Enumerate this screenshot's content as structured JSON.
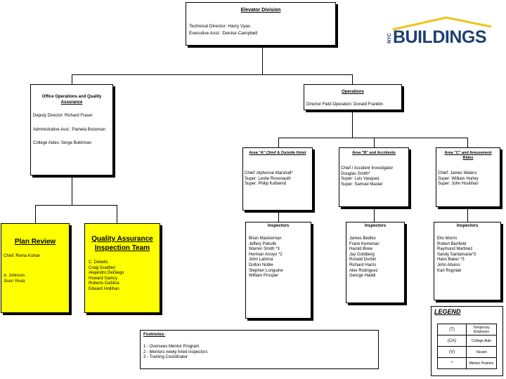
{
  "logo": {
    "prefix": "NYC",
    "name": "BUILDINGS",
    "roof_color": "#f0c419",
    "text_color": "#1e3f73"
  },
  "top": {
    "title": "Elevator Division",
    "line1": "Technical Director: Harry Vyas",
    "line2": "Executive Asst.: Denise Campbell"
  },
  "ofc": {
    "title_line1": "Office Operations and Quality",
    "title_line2": "Assurance",
    "deputy": "Deputy Director: Richard Fraser",
    "admin": "Administrative Asst.: Pamela Bozeman",
    "aides": "College Aides: Serge Bukhman"
  },
  "ops": {
    "title": "Operations",
    "director": "Director Field Operation: Donald Franklin"
  },
  "area_a": {
    "title": "Area \"A\" Chief & Outside Hoist",
    "lines": [
      "Chief: Alphonse Marshall*",
      "Super: Leslie Rosenauth",
      "Super: Philip Kolbenid"
    ]
  },
  "area_b": {
    "title": "Area \"B\" and Accidents",
    "lines": [
      "Chief / Accident Investigator",
      "Douglas Smith*",
      "Super: Luis Vasquez",
      "Super: Samuel Master"
    ]
  },
  "area_c": {
    "title_line1": "Area \"C\" and Amusement",
    "title_line2": "Rides",
    "lines": [
      "Chief:    James Waters",
      "Super: William Hurley",
      "Super: John Houlihan"
    ]
  },
  "plan": {
    "title": "Plan Review",
    "chief": "Chief: Roma Kohan",
    "members": [
      "A. Johnson",
      "Jisen Youla"
    ]
  },
  "qa": {
    "title_line1": "Quality Assurance",
    "title_line2": "Inspection Team",
    "members": [
      "C. Debells",
      "Craig Gualtieri",
      "Alejandro DeDiego",
      "Howard Gaincy",
      "Roberto DaSilva",
      "Edward Hollihan"
    ]
  },
  "insp_a": {
    "title": "Inspectors",
    "names": [
      "Brian Mackiernan",
      "Jeffery Pahulik",
      "Warren Smith *3",
      "Herman Arroyo *2",
      "John Laloma",
      "Dolton Noble",
      "Stephen Longuine",
      "William Prosper"
    ]
  },
  "insp_b": {
    "title": "Inspectors",
    "names": [
      "James Bediko",
      "Frank Kemenan",
      "Harold Brew",
      "Jay Goldberg",
      "Ronald Durbin",
      "Richard Harris",
      "Alex Rodriguez",
      "George Haddi"
    ]
  },
  "insp_c": {
    "title": "Inspectors",
    "names": [
      "Elio Morris",
      "Robert Benfield",
      "Raymond Martinez",
      "Sandy Santamaria*3",
      "Hans Baker *3",
      "John Abuiso",
      "Karl Rogniak"
    ]
  },
  "footnotes": {
    "title": "Footnotes:",
    "lines": [
      "1 - Oversees Mentor Program",
      "2 - Mentors newly hired inspectors",
      "3 - Training Coordinator"
    ]
  },
  "legend": {
    "title": "LEGEND",
    "rows": [
      {
        "symbol": "(T)",
        "meaning": "Temporary Employee"
      },
      {
        "symbol": "(CA)",
        "meaning": "College Aide"
      },
      {
        "symbol": "(V)",
        "meaning": "Vacant"
      },
      {
        "symbol": "*",
        "meaning": "Mentor Position"
      }
    ]
  }
}
